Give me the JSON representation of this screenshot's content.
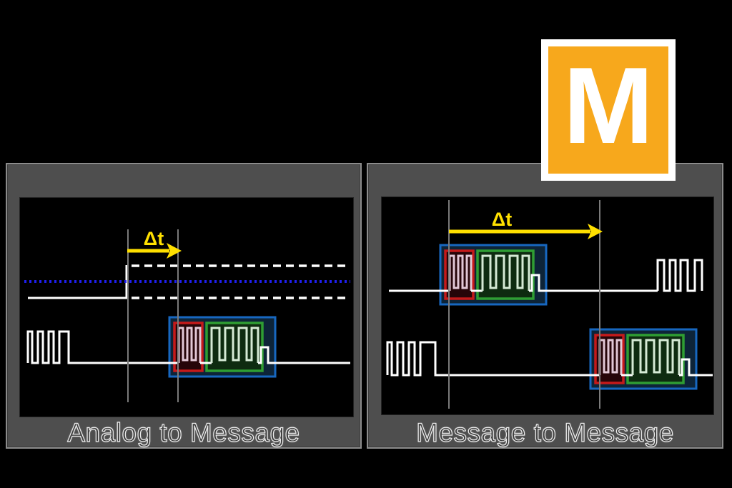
{
  "logo": {
    "letter": "M"
  },
  "panels": [
    {
      "id": "analog-to-message",
      "label": "Analog to Message",
      "delta_label": "Δt"
    },
    {
      "id": "message-to-message",
      "label": "Message to Message",
      "delta_label": "Δt"
    }
  ],
  "colors": {
    "accent_yellow": "#FFE000",
    "logo_orange": "#F7A81C",
    "packet_blue": "#1767C0",
    "packet_red": "#C51A1A",
    "packet_green": "#2F9E33",
    "trigger_level_blue": "#1F1FF0",
    "panel_gray": "#4E4E4E",
    "waveform_white": "#FFFFFF"
  }
}
